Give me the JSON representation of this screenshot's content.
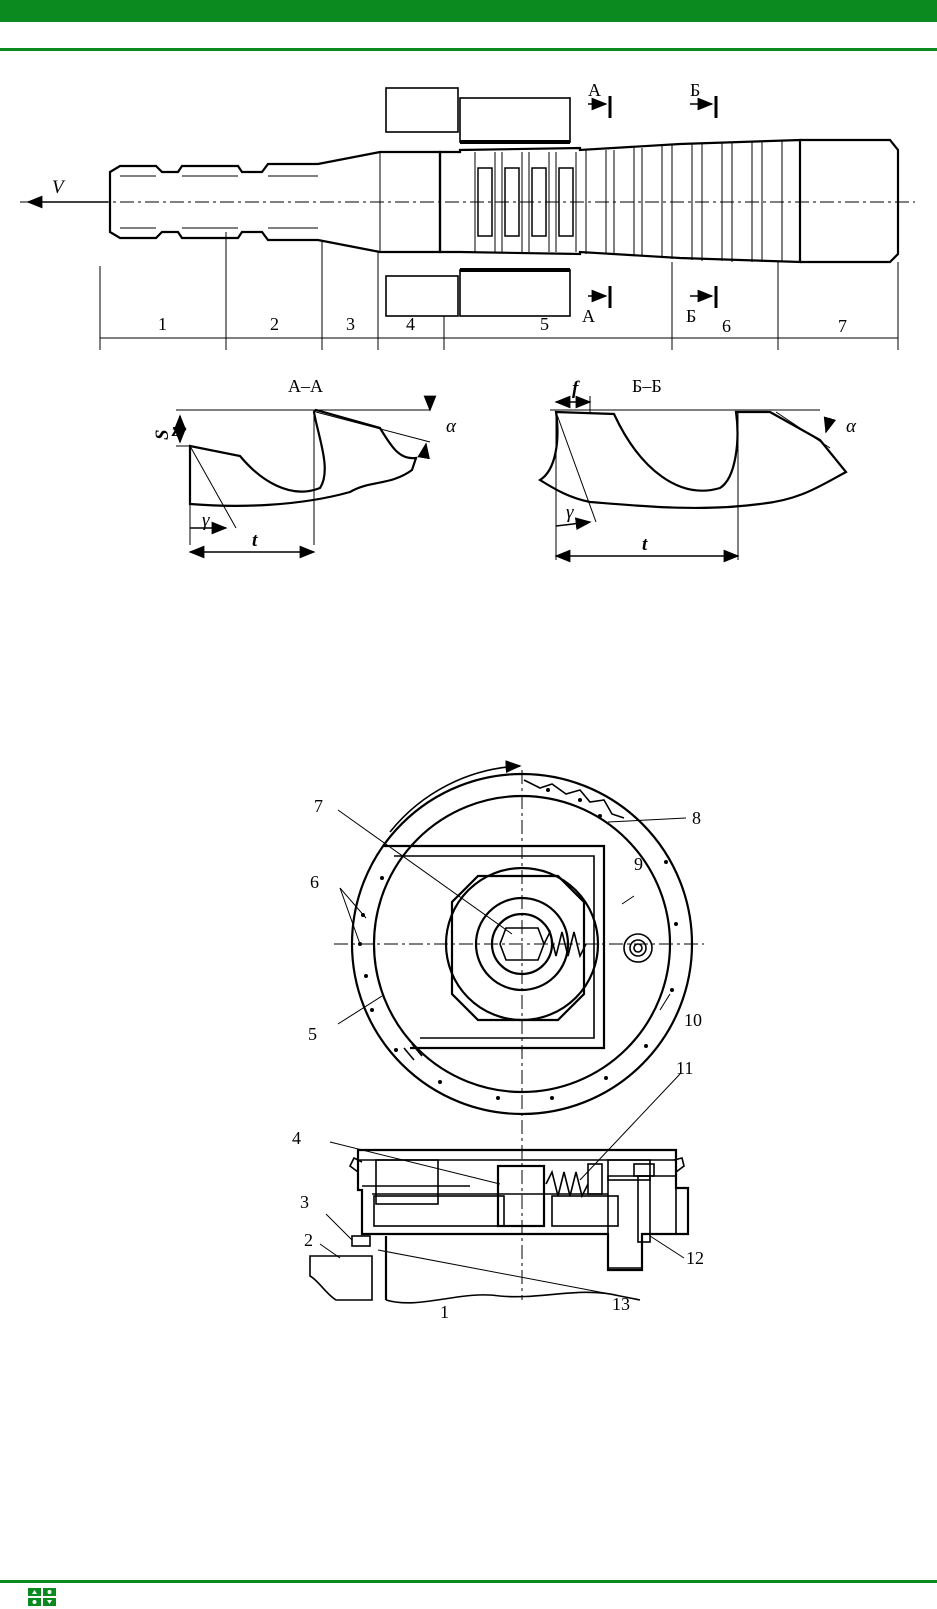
{
  "colors": {
    "accent_green": "#0a8a1f"
  },
  "logo": {
    "icon": "publisher-logo-icon"
  },
  "figure1": {
    "velocity_label": "V",
    "zone_labels": [
      "1",
      "2",
      "3",
      "4",
      "5",
      "6",
      "7"
    ],
    "section_marks": {
      "a_top": "А",
      "b_top": "Б",
      "a_bottom": "А",
      "b_bottom": "Б"
    }
  },
  "section_aa": {
    "title": "А–А",
    "sz_label": "S",
    "sz_sub": "z",
    "gamma": "γ",
    "alpha": "α",
    "pitch": "t"
  },
  "section_bb": {
    "title": "Б–Б",
    "f_label": "f",
    "gamma": "γ",
    "alpha": "α",
    "pitch": "t"
  },
  "figure2": {
    "labels": [
      "1",
      "2",
      "3",
      "4",
      "5",
      "6",
      "7",
      "8",
      "9",
      "10",
      "11",
      "12",
      "13"
    ]
  }
}
